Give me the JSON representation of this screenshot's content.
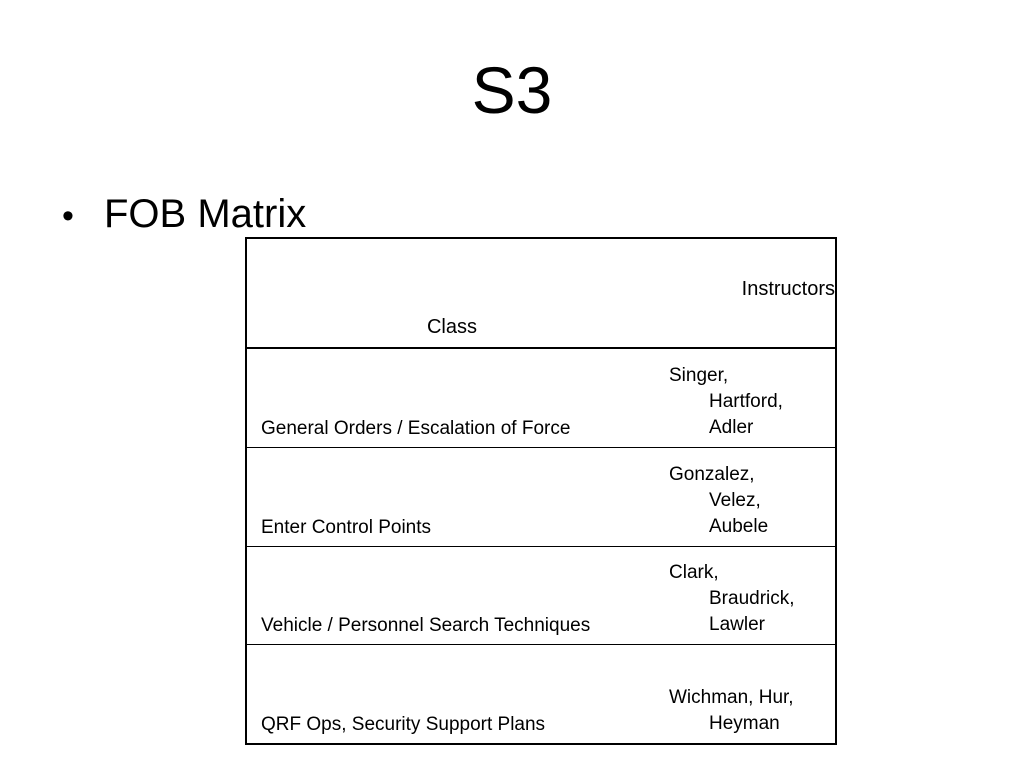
{
  "colors": {
    "background": "#ffffff",
    "text": "#000000",
    "border": "#000000"
  },
  "slide": {
    "title": "S3",
    "bullet_glyph": "•",
    "bullet": "FOB Matrix"
  },
  "table": {
    "headers": {
      "class": "Class",
      "instructors": "Instructors"
    },
    "rows": [
      {
        "class": "General Orders / Escalation of Force",
        "instructors": [
          "Singer,",
          "Hartford,",
          "Adler"
        ]
      },
      {
        "class": "Enter Control Points",
        "instructors": [
          "Gonzalez,",
          "Velez,",
          "Aubele"
        ]
      },
      {
        "class": "Vehicle / Personnel Search Techniques",
        "instructors": [
          "Clark,",
          "Braudrick,",
          "Lawler"
        ]
      },
      {
        "class": "QRF Ops, Security Support Plans",
        "instructors": [
          "Wichman, Hur,",
          "Heyman"
        ]
      }
    ]
  }
}
